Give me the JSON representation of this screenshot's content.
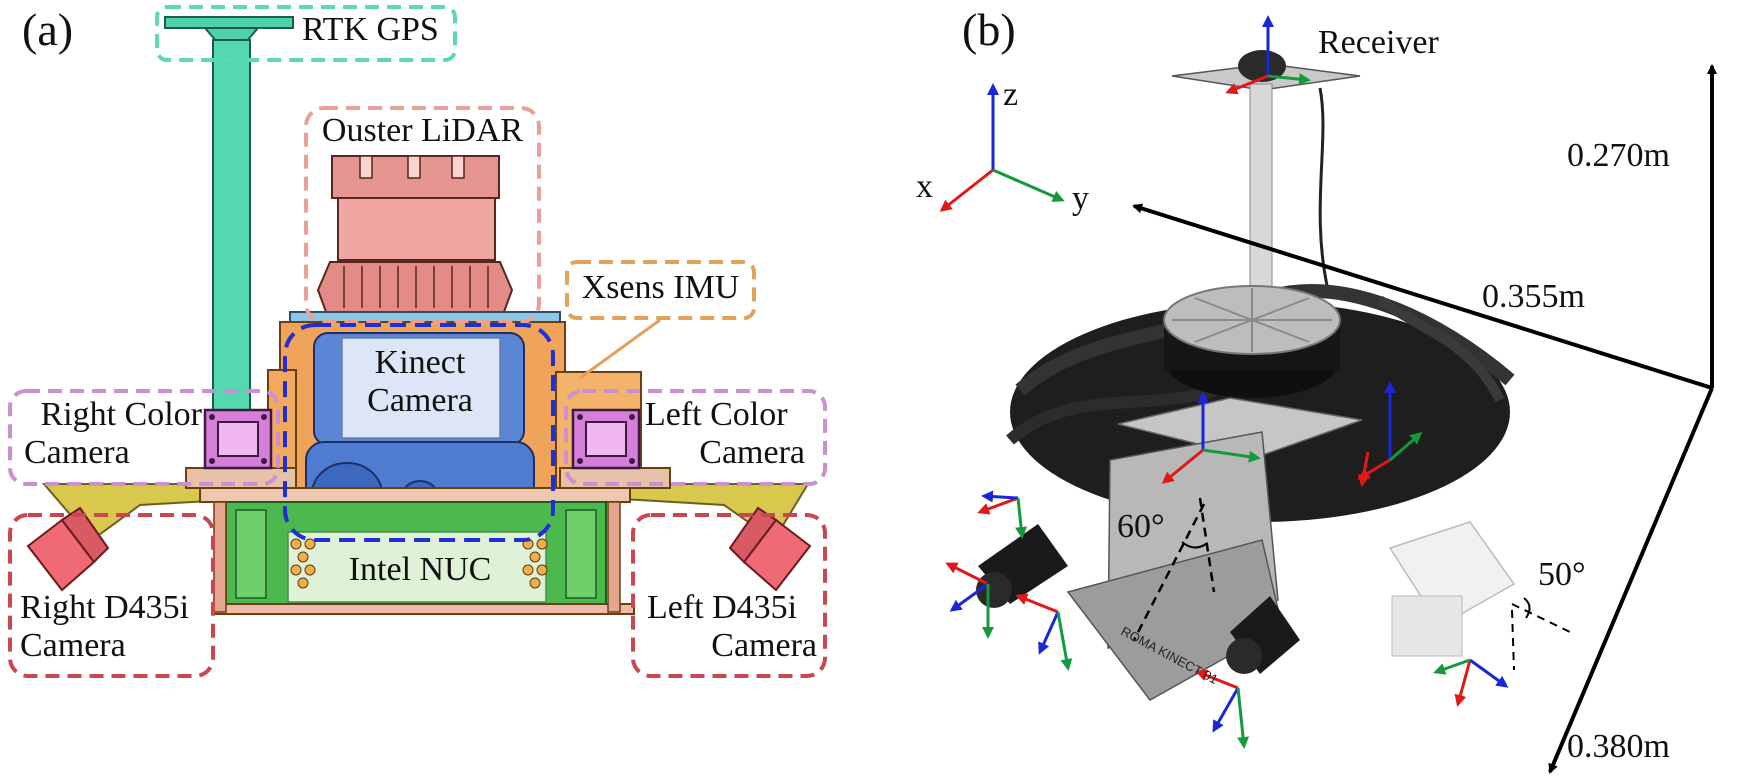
{
  "panel_a": {
    "tag": "(a)",
    "labels": {
      "rtk_gps": "RTK GPS",
      "ouster_lidar": "Ouster LiDAR",
      "xsens_imu": "Xsens IMU",
      "kinect_l1": "Kinect",
      "kinect_l2": "Camera",
      "right_color_l1": "Right Color",
      "right_color_l2": "Camera",
      "left_color_l1": "Left Color",
      "left_color_l2": "Camera",
      "intel_nuc": "Intel NUC",
      "right_d435i_l1": "Right D435i",
      "right_d435i_l2": "Camera",
      "left_d435i_l1": "Left D435i",
      "left_d435i_l2": "Camera"
    },
    "box_colors": {
      "rtk_gps": "#5fd6b6",
      "ouster_lidar": "#e9a097",
      "xsens_imu": "#e4a15a",
      "kinect": "#1f2fd0",
      "color_cameras": "#cc8fd2",
      "d435i_cameras": "#c9474f"
    }
  },
  "panel_b": {
    "tag": "(b)",
    "receiver": "Receiver",
    "axes": {
      "x": "x",
      "y": "y",
      "z": "z"
    },
    "axis_colors": {
      "x": "#e01818",
      "y": "#149a3c",
      "z": "#1b27d6"
    },
    "dimensions": {
      "height": "0.270m",
      "width": "0.355m",
      "depth": "0.380m"
    },
    "angles": {
      "kinect_tilt": "60°",
      "side_tilt": "50°"
    },
    "kinect_plate_text": "ROMA KINECT 01"
  }
}
